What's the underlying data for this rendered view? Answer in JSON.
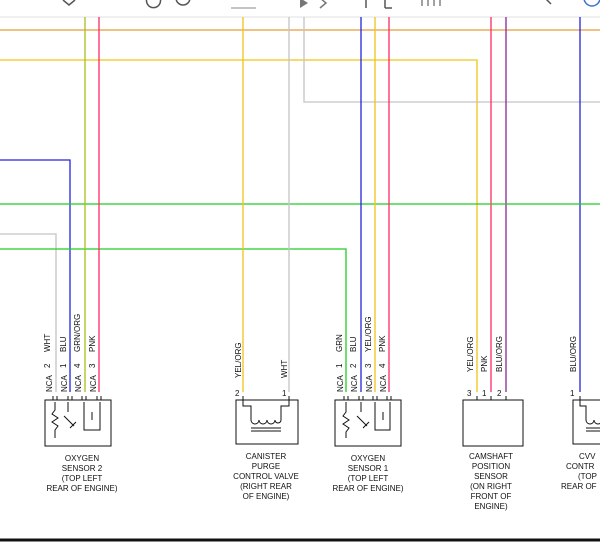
{
  "colors": {
    "orange": "#e89a3c",
    "yellow": "#f2c416",
    "gray": "#c4c4c4",
    "blue": "#2323e0",
    "green": "#22cc22",
    "greenorg": "#a8c018",
    "pink": "#ff2a60",
    "bluorg": "#8a2890",
    "black": "#111111"
  },
  "toolbar": {
    "icon_names": [
      "chevron-icon",
      "refresh-icon",
      "record-icon",
      "play-icon",
      "page-icon",
      "expand-icon"
    ]
  },
  "sensor2": {
    "title_lines": [
      "OXYGEN",
      "SENSOR 2",
      "(TOP LEFT",
      "REAR OF ENGINE)"
    ],
    "pins": [
      {
        "num": "2",
        "wire": "WHT",
        "nca": "NCA"
      },
      {
        "num": "1",
        "wire": "BLU",
        "nca": "NCA"
      },
      {
        "num": "4",
        "wire": "GRN/ORG",
        "nca": "NCA"
      },
      {
        "num": "3",
        "wire": "PNK",
        "nca": "NCA"
      }
    ]
  },
  "purge": {
    "title_lines": [
      "CANISTER",
      "PURGE",
      "CONTROL VALVE",
      "(RIGHT REAR",
      "OF ENGINE)"
    ],
    "pins": [
      {
        "num": "2",
        "wire": "YEL/ORG"
      },
      {
        "num": "1",
        "wire": "WHT"
      }
    ]
  },
  "sensor1": {
    "title_lines": [
      "OXYGEN",
      "SENSOR 1",
      "(TOP LEFT",
      "REAR OF ENGINE)"
    ],
    "pins": [
      {
        "num": "1",
        "wire": "GRN",
        "nca": "NCA"
      },
      {
        "num": "2",
        "wire": "BLU",
        "nca": "NCA"
      },
      {
        "num": "3",
        "wire": "YEL/ORG",
        "nca": "NCA"
      },
      {
        "num": "4",
        "wire": "PNK",
        "nca": "NCA"
      }
    ]
  },
  "cam": {
    "title_lines": [
      "CAMSHAFT",
      "POSITION",
      "SENSOR",
      "(ON RIGHT",
      "FRONT OF",
      "ENGINE)"
    ],
    "pins": [
      {
        "num": "3",
        "wire": "YEL/ORG"
      },
      {
        "num": "1",
        "wire": "PNK"
      },
      {
        "num": "2",
        "wire": "BLU/ORG"
      }
    ]
  },
  "cvvt": {
    "title_lines": [
      "CVV",
      "CONTR",
      "(TOP",
      "REAR OF"
    ],
    "pins": [
      {
        "num": "1",
        "wire": "BLU/ORG"
      }
    ]
  }
}
